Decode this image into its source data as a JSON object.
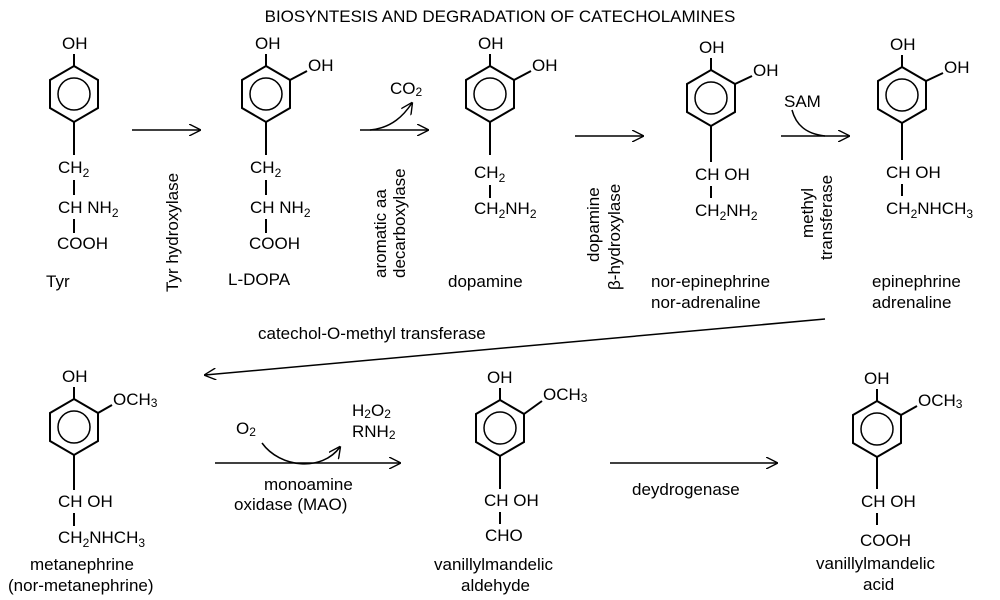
{
  "title": "BIOSYNTESIS AND DEGRADATION OF CATECHOLAMINES",
  "compounds": {
    "tyr": {
      "name": "Tyr",
      "oh": "OH",
      "ch2_main": "CH",
      "ch2_sub": "2",
      "ch_main": "CH NH",
      "ch_sub": "2",
      "cooh": "COOH"
    },
    "ldopa": {
      "name": "L-DOPA",
      "oh1": "OH",
      "oh2": "OH",
      "ch2_main": "CH",
      "ch2_sub": "2",
      "ch_main": "CH NH",
      "ch_sub": "2",
      "cooh": "COOH"
    },
    "dopamine": {
      "name": "dopamine",
      "oh1": "OH",
      "oh2": "OH",
      "ch2_main": "CH",
      "ch2_sub": "2",
      "amine_a": "CH",
      "amine_sub": "2",
      "amine_b": "NH",
      "amine_sub2": "2"
    },
    "norepinephrine": {
      "name1": "nor-epinephrine",
      "name2": "nor-adrenaline",
      "oh1": "OH",
      "oh2": "OH",
      "choh": "CH OH",
      "amine_a": "CH",
      "amine_sub": "2",
      "amine_b": "NH",
      "amine_sub2": "2"
    },
    "epinephrine": {
      "name1": "epinephrine",
      "name2": "adrenaline",
      "oh1": "OH",
      "oh2": "OH",
      "choh": "CH OH",
      "amine_a": "CH",
      "amine_sub": "2",
      "amine_b": "NHCH",
      "amine_sub2": "3"
    },
    "metanephrine": {
      "name1": "metanephrine",
      "name2": "(nor-metanephrine)",
      "oh": "OH",
      "och3_main": "OCH",
      "och3_sub": "3",
      "choh": "CH OH",
      "amine_a": "CH",
      "amine_sub": "2",
      "amine_b": "NHCH",
      "amine_sub2": "3"
    },
    "vma_aldehyde": {
      "name1": "vanillylmandelic",
      "name2": "aldehyde",
      "oh": "OH",
      "och3_main": "OCH",
      "och3_sub": "3",
      "choh": "CH OH",
      "cho": "CHO"
    },
    "vma_acid": {
      "name1": "vanillylmandelic",
      "name2": "acid",
      "oh": "OH",
      "och3_main": "OCH",
      "och3_sub": "3",
      "choh": "CH OH",
      "cooh": "COOH"
    }
  },
  "enzymes": {
    "tyr_hydroxylase": "Tyr hydroxylase",
    "aromatic_1": "aromatic aa",
    "aromatic_2": "decarboxylase",
    "co2_main": "CO",
    "co2_sub": "2",
    "dopamine_bh_1": "dopamine",
    "dopamine_bh_2": "β-hydroxylase",
    "methyl_1": "methyl",
    "methyl_2": "transferase",
    "sam": "SAM",
    "comt": "catechol-O-methyl transferase",
    "mao_1": "monoamine",
    "mao_2": "oxidase (MAO)",
    "o2_main": "O",
    "o2_sub": "2",
    "h2o2_a": "H",
    "h2o2_s1": "2",
    "h2o2_b": "O",
    "h2o2_s2": "2",
    "rnh2_main": "RNH",
    "rnh2_sub": "2",
    "dehydrogenase": "deydrogenase"
  }
}
